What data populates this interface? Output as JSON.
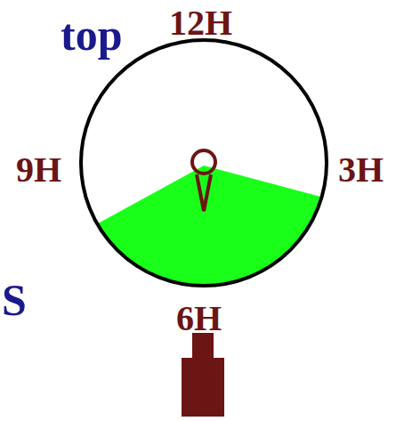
{
  "diagram": {
    "labels": [
      "top",
      "12H",
      "9H",
      "3H",
      "6H",
      "S"
    ]
  }
}
